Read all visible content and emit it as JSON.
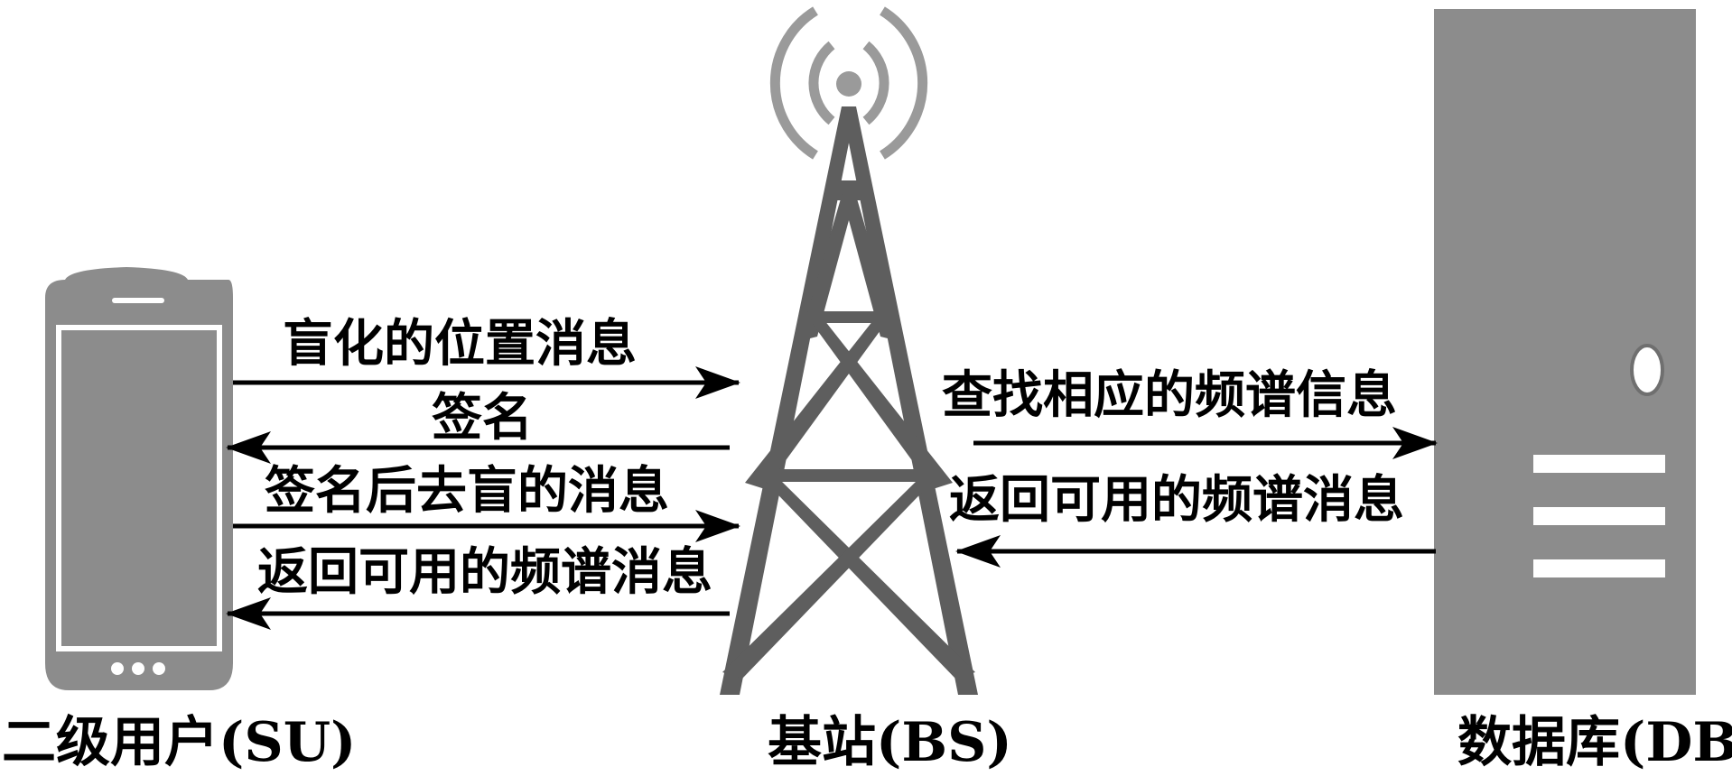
{
  "nodes": {
    "su": {
      "label": "二级用户(SU)"
    },
    "bs": {
      "label": "基站(BS)"
    },
    "db": {
      "label": "数据库(DB)"
    }
  },
  "messages": {
    "su_to_bs_blinded_location": "盲化的位置消息",
    "bs_to_su_signature": "签名",
    "su_to_bs_unblinded_message": "签名后去盲的消息",
    "bs_to_su_available_spectrum": "返回可用的频谱消息",
    "bs_to_db_query": "查找相应的频谱信息",
    "db_to_bs_available_spectrum": "返回可用的频谱消息"
  },
  "colors": {
    "device_gray": "#8c8c8c",
    "device_dark": "#6f6f6f",
    "tower_gray": "#5e5e5e",
    "signal_gray": "#9a9a9a",
    "arrow": "#000000",
    "text": "#000000"
  }
}
